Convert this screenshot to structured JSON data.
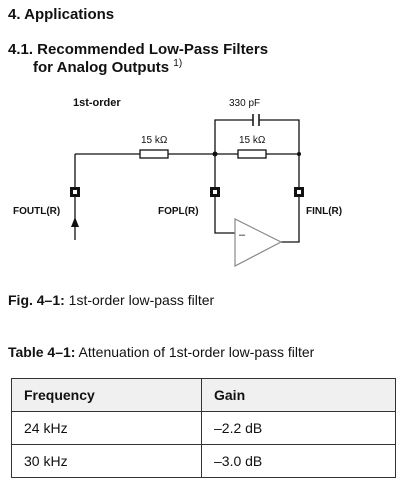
{
  "section": {
    "heading": "4. Applications"
  },
  "subsection": {
    "heading_line1": "4.1. Recommended Low-Pass Filters",
    "heading_line2": "for Analog Outputs",
    "footnote_ref": "1)"
  },
  "diagram": {
    "order_label": "1st-order",
    "capacitor_label": "330 pF",
    "resistor1_label": "15 kΩ",
    "resistor2_label": "15 kΩ",
    "pin_foutl": "FOUTL(R)",
    "pin_fopl": "FOPL(R)",
    "pin_finl": "FINL(R)",
    "opamp_minus": "–",
    "opamp_plus": "+"
  },
  "figure_caption": {
    "number": "Fig. 4–1:",
    "text": " 1st-order low-pass filter"
  },
  "table_caption": {
    "number": "Table 4–1:",
    "text": " Attenuation of 1st-order low-pass filter"
  },
  "table": {
    "headers": [
      "Frequency",
      "Gain"
    ],
    "rows": [
      [
        "24 kHz",
        "–2.2 dB"
      ],
      [
        "30 kHz",
        "–3.0 dB"
      ]
    ]
  }
}
